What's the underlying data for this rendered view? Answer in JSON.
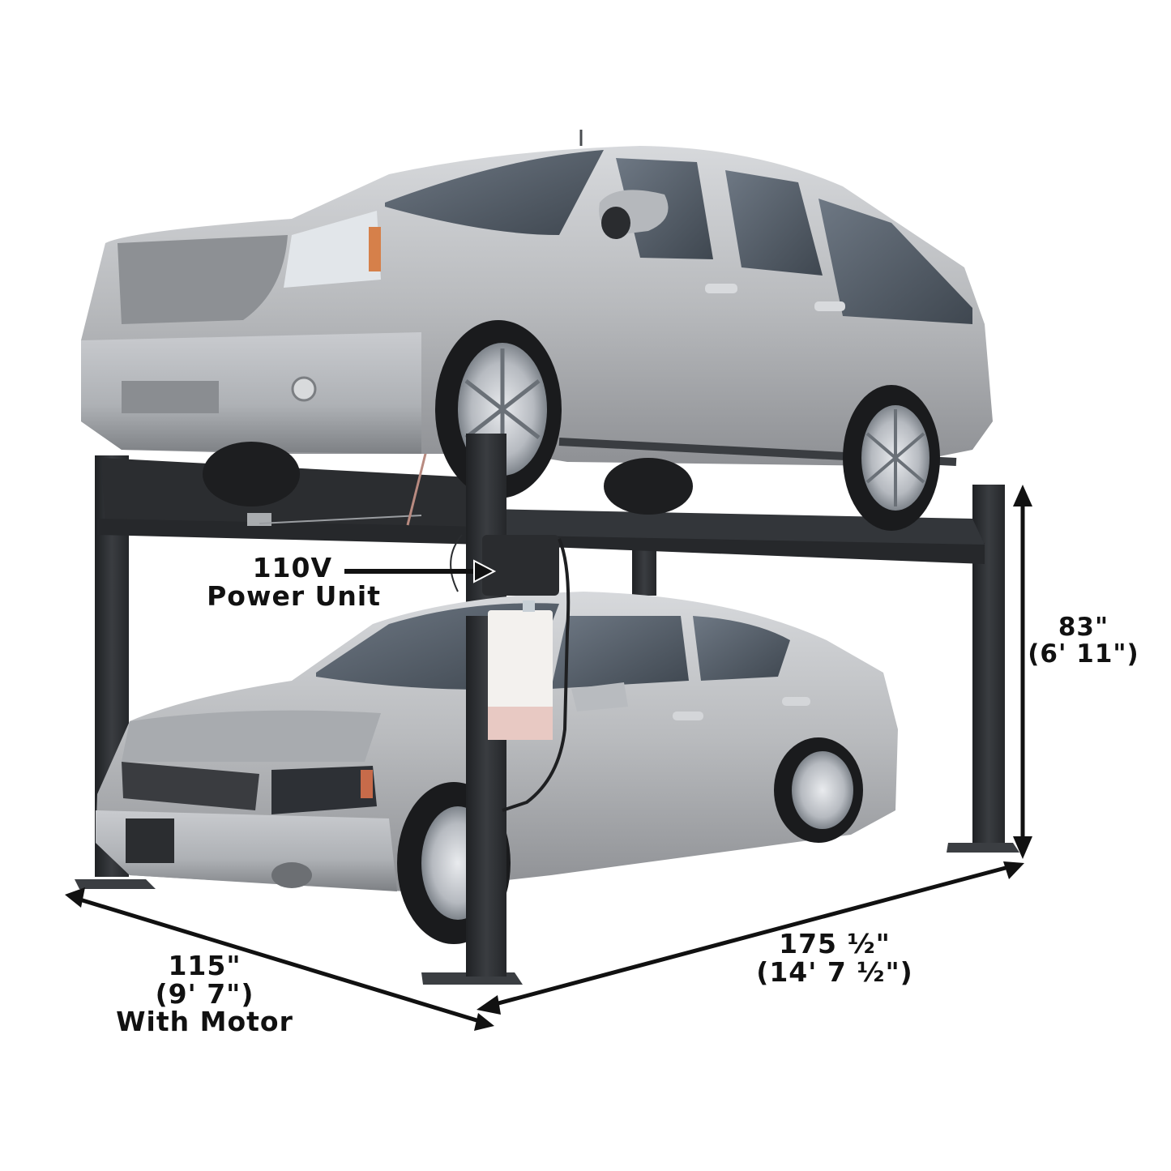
{
  "image": {
    "subject": "Four-post car parking lift with SUV on top and sedan underneath",
    "background_color": "#ffffff",
    "colors": {
      "lift_steel": "#2e3033",
      "car_silver": "#b7b9bd",
      "annotation": "#111111",
      "reservoir": "#f3f1ee",
      "reservoir_fluid": "#e8c9c3"
    }
  },
  "annotations": {
    "power_unit": {
      "line1": "110V",
      "line2": "Power Unit"
    },
    "height": {
      "line1": "83\"",
      "line2": "(6' 11\")"
    },
    "length": {
      "line1": "175 ½\"",
      "line2": "(14' 7 ½\")"
    },
    "width": {
      "line1": "115\"",
      "line2": "(9' 7\")",
      "line3": "With Motor"
    }
  }
}
